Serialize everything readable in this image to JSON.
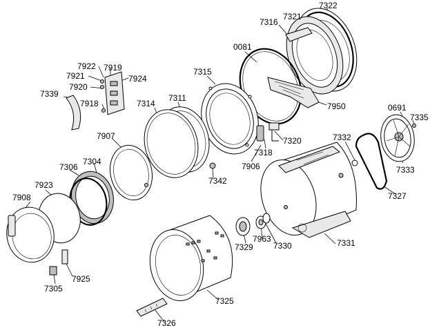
{
  "diagram": {
    "labels": {
      "p7322": "7322",
      "p7321": "7321",
      "p7316": "7316",
      "p0081": "0081",
      "p7315": "7315",
      "p7950": "7950",
      "p7922": "7922",
      "p7919": "7919",
      "p7921": "7921",
      "p7924": "7924",
      "p7920": "7920",
      "p7339": "7339",
      "p7918": "7918",
      "p7314": "7314",
      "p7311": "7311",
      "p0691": "0691",
      "p7335": "7335",
      "p7320": "7320",
      "p7332": "7332",
      "p7318": "7318",
      "p7907": "7907",
      "p7906": "7906",
      "p7306": "7306",
      "p7304": "7304",
      "p7333": "7333",
      "p7342": "7342",
      "p7923": "7923",
      "p7327": "7327",
      "p7908": "7908",
      "p7329": "7329",
      "p7963": "7963",
      "p7330": "7330",
      "p7331": "7331",
      "p7925": "7925",
      "p7305": "7305",
      "p7325": "7325",
      "p7326": "7326"
    }
  }
}
